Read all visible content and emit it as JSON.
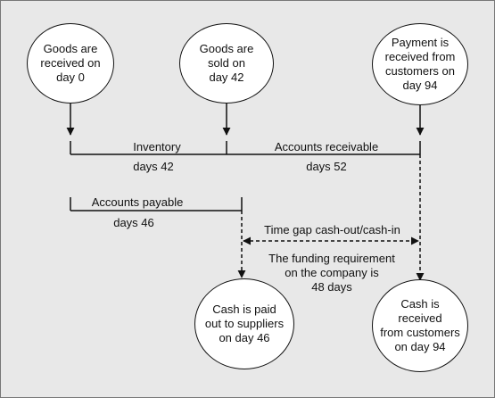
{
  "nodes": {
    "received": "Goods are\nreceived on\nday 0",
    "sold": "Goods are\nsold on\nday 42",
    "payment": "Payment is\nreceived from\ncustomers on\nday 94",
    "cash_out": "Cash is paid\nout to suppliers\non day 46",
    "cash_in": "Cash is\nreceived\nfrom customers\non day 94"
  },
  "labels": {
    "inventory": "Inventory",
    "inventory_days": "days 42",
    "receivable": "Accounts receivable",
    "receivable_days": "days 52",
    "payable": "Accounts payable",
    "payable_days": "days 46",
    "gap": "Time gap cash-out/cash-in",
    "funding": "The funding requirement\non the company is\n48 days"
  },
  "colors": {
    "background": "#e8e8e8",
    "node_fill": "#ffffff",
    "stroke": "#111111"
  }
}
